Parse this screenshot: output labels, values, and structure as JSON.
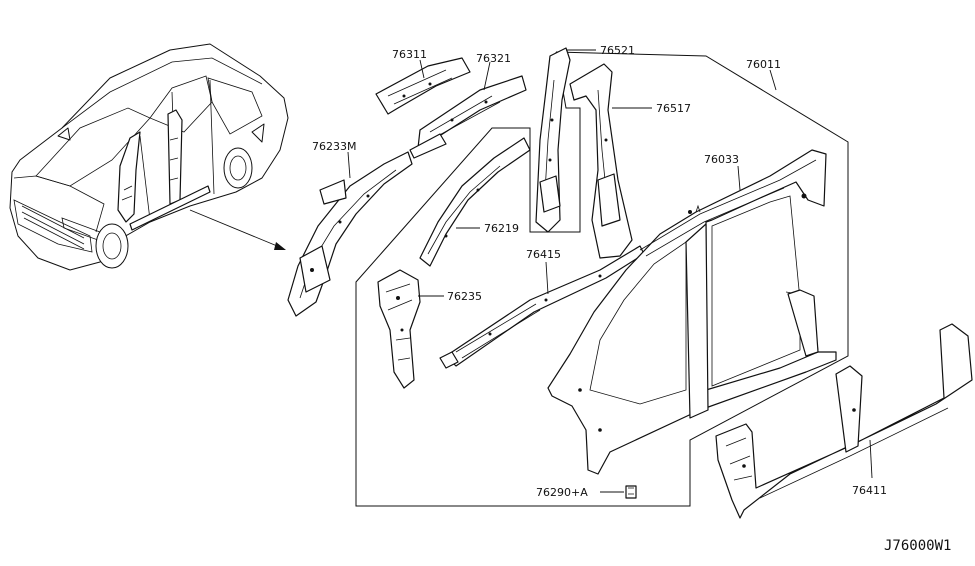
{
  "diagram": {
    "labels": {
      "p76311": "76311",
      "p76321": "76321",
      "p76521": "76521",
      "p76011": "76011",
      "p76517": "76517",
      "p76233M": "76233M",
      "p76033": "76033",
      "p76219": "76219",
      "p76415": "76415",
      "p76235": "76235",
      "p76411": "76411",
      "p76290A": "76290+A"
    },
    "diagram_code": "J76000W1"
  }
}
